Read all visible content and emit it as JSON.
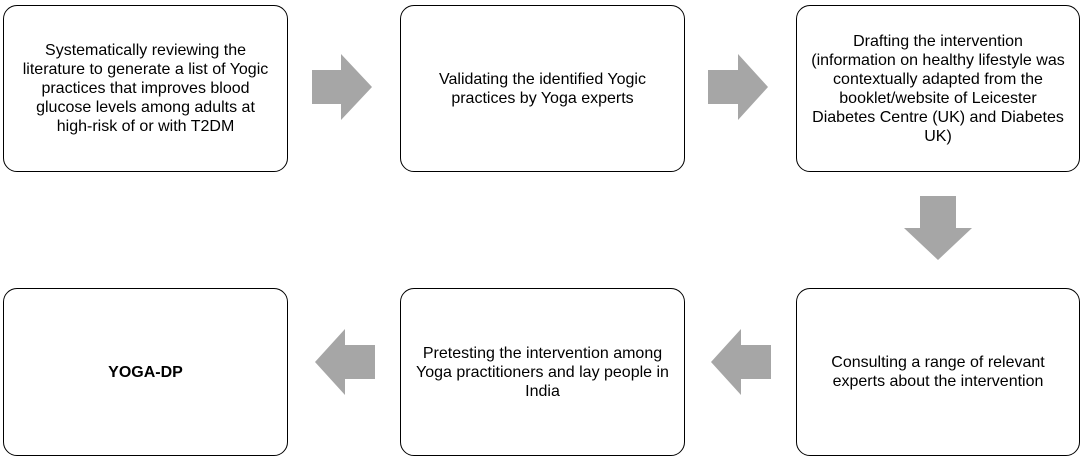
{
  "colors": {
    "box_border": "#000000",
    "arrow_fill": "#a6a6a6",
    "background": "#ffffff"
  },
  "steps": [
    {
      "text": "Systematically reviewing the literature to generate a list of Yogic practices that improves blood glucose levels among adults at high-risk of or with T2DM"
    },
    {
      "text": "Validating the identified Yogic practices by Yoga experts"
    },
    {
      "text": "Drafting the intervention (information on healthy lifestyle was contextually adapted from the booklet/website of Leicester Diabetes Centre (UK) and Diabetes UK)"
    },
    {
      "text": "Consulting a range of relevant experts about the intervention"
    },
    {
      "text": "Pretesting the intervention among Yoga practitioners and lay people in India"
    },
    {
      "text": "YOGA-DP"
    }
  ]
}
